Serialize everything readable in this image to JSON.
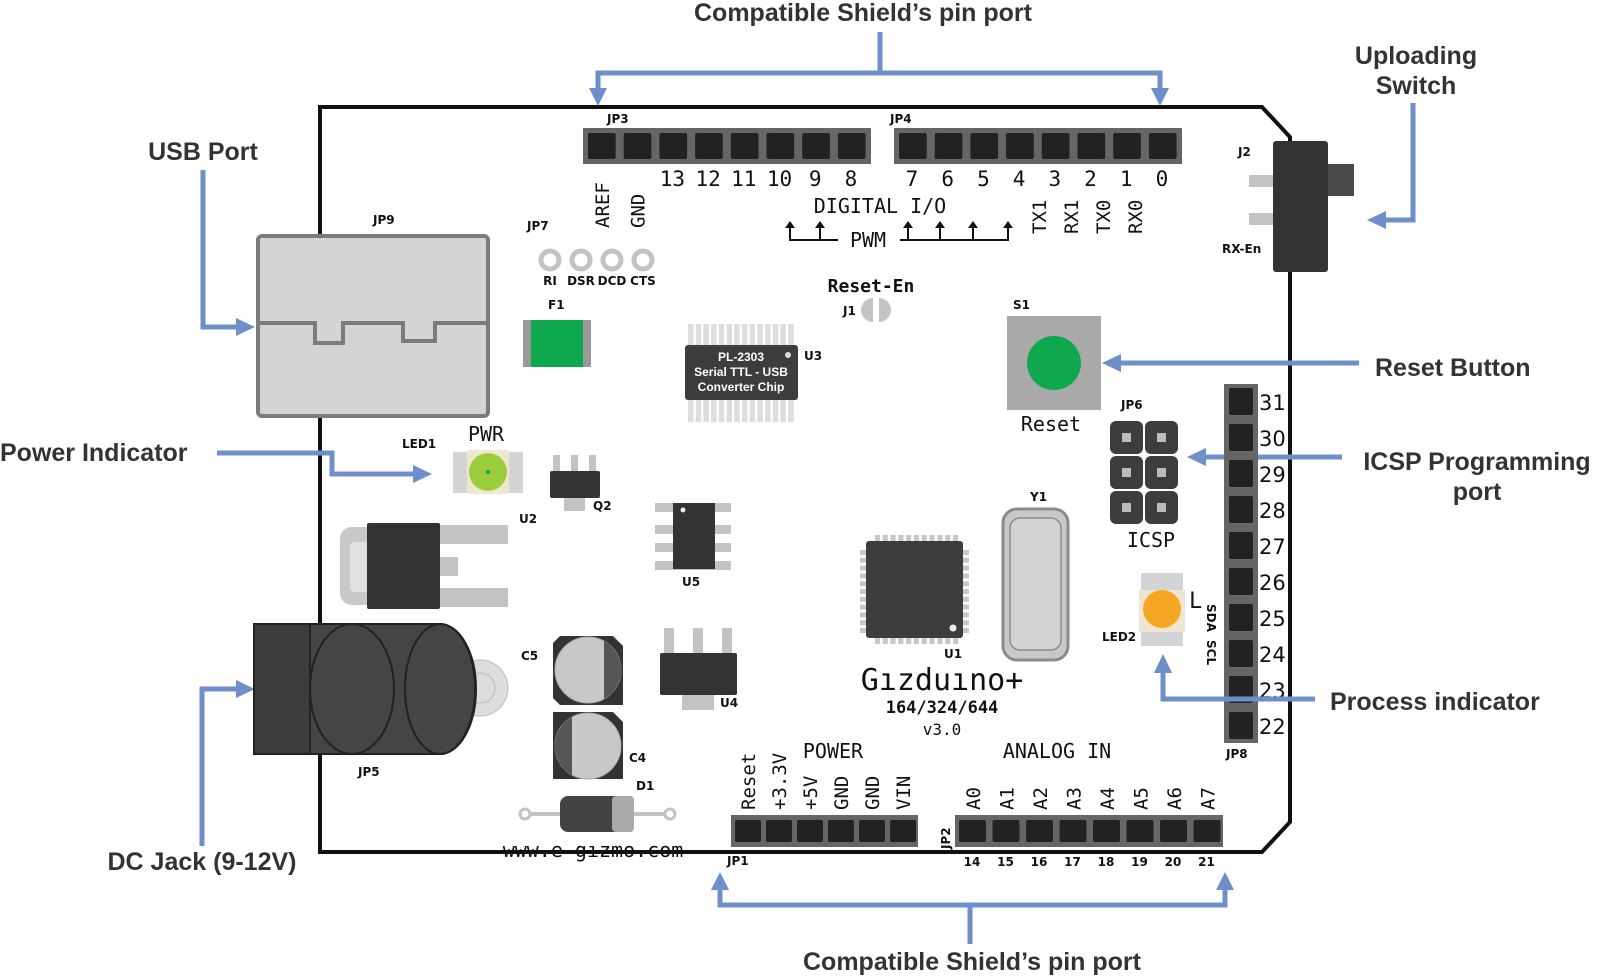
{
  "title": "Gizduino+ board layout",
  "colors": {
    "arrow": "#6f8fcb",
    "board_outline": "#111111",
    "header_body": "#666666",
    "header_pin": "#222222",
    "component_dark": "#333333",
    "component_light": "#c8c8c8",
    "reset_button": "#10a84e",
    "fuse": "#10a84e",
    "power_led": "#9ccd3c",
    "process_led": "#f5a623",
    "callout_text": "#333333"
  },
  "callouts": {
    "top_shield": "Compatible Shield’s pin port",
    "bottom_shield": "Compatible Shield’s pin port",
    "uploading_switch_line1": "Uploading",
    "uploading_switch_line2": "Switch",
    "usb_port": "USB Port",
    "power_indicator": "Power Indicator",
    "reset_button": "Reset Button",
    "icsp_line1": "ICSP Programming",
    "icsp_line2": "port",
    "process_indicator": "Process indicator",
    "dc_jack": "DC Jack (9-12V)"
  },
  "board": {
    "name": "Gızduıno+",
    "models": "164/324/644",
    "version": "v3.0",
    "website": "www.e-gızmo.com",
    "jp3": {
      "ref": "JP3",
      "pins": [
        "AREF",
        "GND",
        "13",
        "12",
        "11",
        "10",
        "9",
        "8"
      ]
    },
    "jp4": {
      "ref": "JP4",
      "pins": [
        "7",
        "6",
        "5",
        "4",
        "3",
        "2",
        "1",
        "0"
      ],
      "serial_labels": [
        "TX1",
        "RX1",
        "TX0",
        "RX0"
      ]
    },
    "digital_io_label": "DIGITAL I/O",
    "pwm_label": "PWM",
    "jp7": {
      "ref": "JP7",
      "pins": [
        "RI",
        "DSR",
        "DCD",
        "CTS"
      ]
    },
    "jp9": "JP9",
    "f1": "F1",
    "u3": {
      "ref": "U3",
      "line1": "PL-2303",
      "line2": "Serial TTL - USB",
      "line3": "Converter Chip"
    },
    "j1": {
      "ref": "J1",
      "label": "Reset-En"
    },
    "s1": {
      "ref": "S1",
      "label": "Reset"
    },
    "j2": {
      "ref": "J2",
      "label": "RX-En"
    },
    "jp6": {
      "ref": "JP6",
      "label": "ICSP"
    },
    "led1": {
      "ref": "LED1",
      "label": "PWR"
    },
    "led2": {
      "ref": "LED2",
      "label": "L"
    },
    "q2": "Q2",
    "u2": "U2",
    "u5": "U5",
    "u1": "U1",
    "u4": "U4",
    "y1": "Y1",
    "c5": "C5",
    "c4": "C4",
    "d1": "D1",
    "jp5": "JP5",
    "jp8": {
      "ref": "JP8",
      "pins": [
        "31",
        "30",
        "29",
        "28",
        "27",
        "26",
        "25",
        "24",
        "23",
        "22"
      ],
      "sda": "SDA",
      "scl": "SCL"
    },
    "jp1": {
      "ref": "JP1",
      "power_label": "POWER",
      "pins": [
        "Reset",
        "+3.3V",
        "+5V",
        "GND",
        "GND",
        "VIN"
      ]
    },
    "jp2": {
      "ref": "JP2",
      "analog_label": "ANALOG IN",
      "pins": [
        "A0",
        "A1",
        "A2",
        "A3",
        "A4",
        "A5",
        "A6",
        "A7"
      ],
      "numbers": [
        "14",
        "15",
        "16",
        "17",
        "18",
        "19",
        "20",
        "21"
      ]
    }
  }
}
